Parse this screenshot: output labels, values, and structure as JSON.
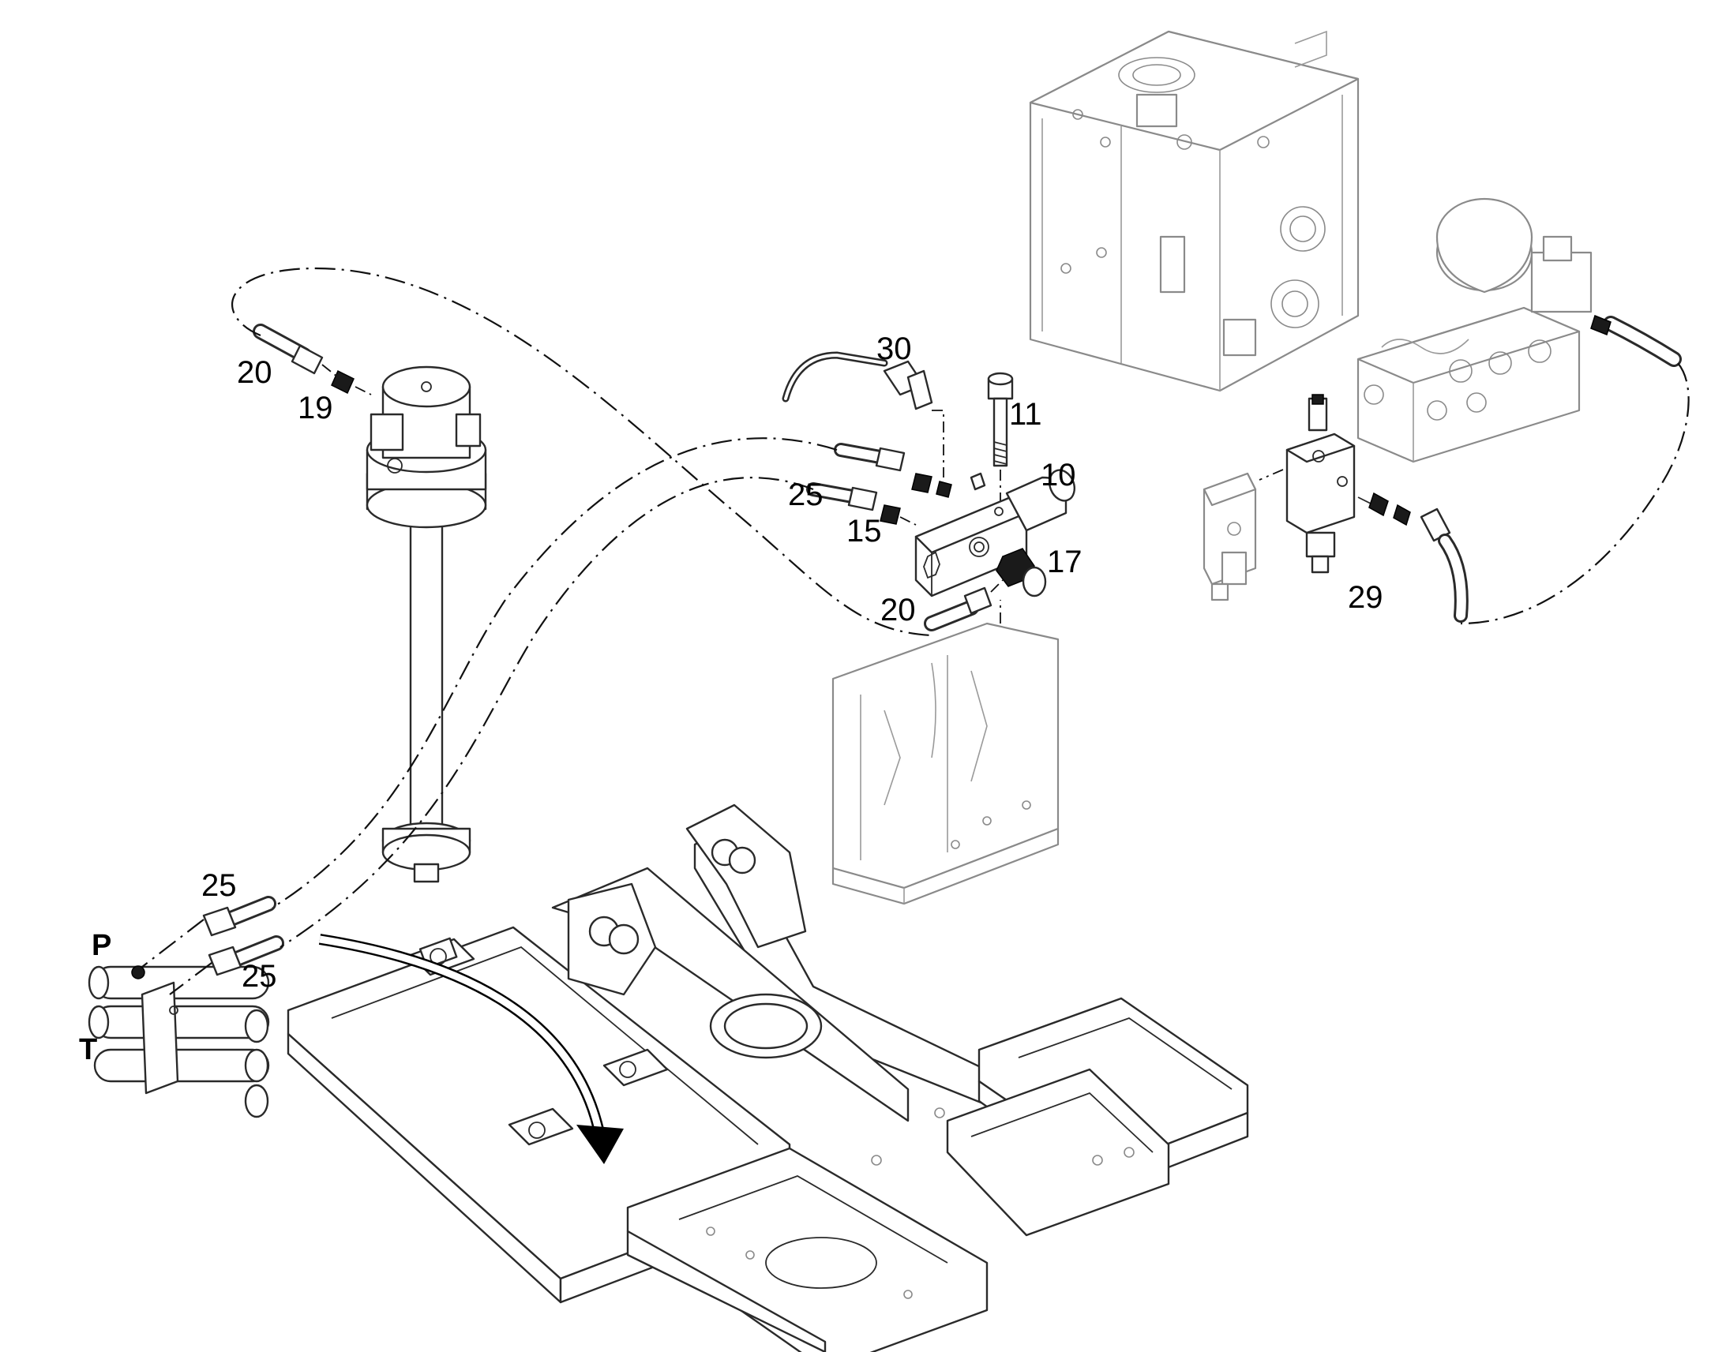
{
  "callouts": {
    "c20_top": "20",
    "c19": "19",
    "c30": "30",
    "c11": "11",
    "c10": "10",
    "c25_mid": "25",
    "c15": "15",
    "c17": "17",
    "c20_mid": "20",
    "c29": "29",
    "c25_low1": "25",
    "c25_low2": "25"
  },
  "ports": {
    "pressure": "P",
    "tank": "T"
  }
}
